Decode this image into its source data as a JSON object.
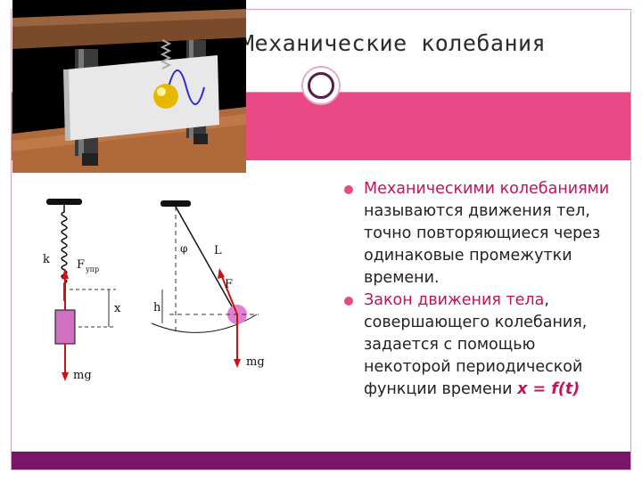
{
  "title": "Механические  колебания",
  "colors": {
    "accent": "#e94a86",
    "dark": "#7a1669",
    "highlight": "#c0145a"
  },
  "bullets": [
    {
      "highlight": "Механическими колебаниями",
      "rest": " называются движения тел, точно повторяющиеся через одинаковые промежутки времени."
    },
    {
      "highlight": "Закон движения тела",
      "rest_before": ", совершающего колебания, задается с помощью некоторой периодической функции времени ",
      "formula": "x = f(t)"
    }
  ],
  "diagram_labels": {
    "spring_k": "k",
    "force_spring": "F",
    "force_spring_sub": "упр",
    "displacement": "x",
    "gravity_left": "mg",
    "angle": "φ",
    "length": "L",
    "force": "F",
    "height": "h",
    "gravity_right": "mg"
  },
  "icons": {
    "title_ring": "ring-icon",
    "bullet": "bullet-dot-icon"
  }
}
